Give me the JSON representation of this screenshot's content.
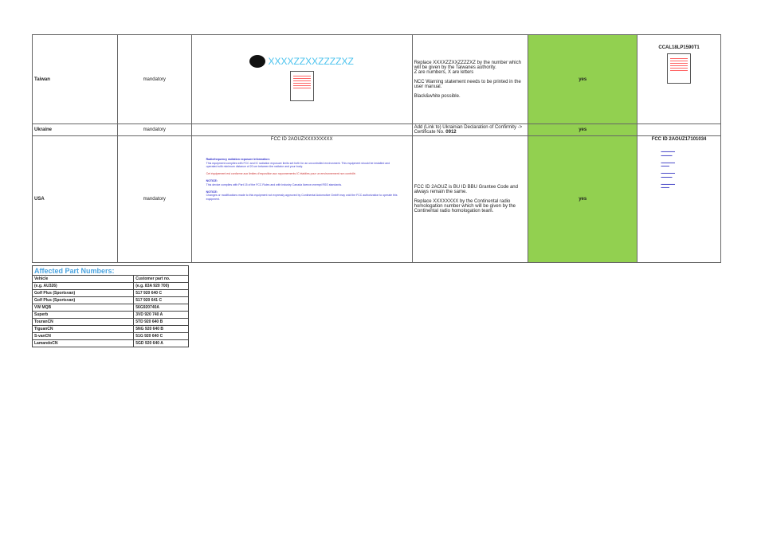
{
  "rows": [
    {
      "country": "Taiwan",
      "req": "mandatory",
      "logo_text": "XXXXZZXXZZZZXZ",
      "notes": [
        "Replace XXXXZZXXZZZZXZ by the number which will be given by the Taiwanes authority.",
        "Z are numbers, X are letters",
        "NCC Warning statement needs to be printed in the user manual.",
        "Black&white possible."
      ],
      "status": "yes",
      "cert": "CCAL18LP1590T1"
    },
    {
      "country": "Ukraine",
      "req": "mandatory",
      "notes_prefix": "Add (Link to) Ukrainian Declaration of Confirmity -> Certificate No.",
      "cert_no": "0912",
      "status": "yes"
    },
    {
      "country": "USA",
      "req": "mandatory",
      "label_title": "FCC ID 2AOUZXXXXXXXXX",
      "notes": [
        "FCC ID 2AOUZ is BU ID BBU Grantee Code and always remain the same.",
        "Replace XXXXXXXX by the Continental radio homologation number  which will be given by the Continental radio homologation team."
      ],
      "status": "yes",
      "cert": "FCC ID 2AOUZ17101034",
      "fcc_text": {
        "t1": "Radiofrequency radiation exposure Information:",
        "t2": "This equipment complies with FCC and IC radiation exposure limits set forth for an uncontrolled environment. This equipment should be installed and operated with minimum distance of 20 cm between the radiator and your body.",
        "t3": "Cet équipement est conforme aux limites d'exposition aux rayonnements IC établies pour un environnement non contrôlé.",
        "t4": "NOTICE:",
        "t5": "This device complies with Part 15 of the FCC Rules and with Industry Canada licence-exempt RSS standards.",
        "t6": "NOTICE:",
        "t7": "Changes or modifications made to this equipment not expressly approved by Continental Automotive GmbH may void the FCC authorization to operate this equipment."
      }
    }
  ],
  "parts": {
    "title": "Affected Part Numbers:",
    "headers": [
      "Vehicle",
      "Customer part no."
    ],
    "rows": [
      [
        "(e.g. AU326)",
        "(e.g. 83A 920 700)"
      ],
      [
        "Golf Plus (Sportsvan)",
        "517 920 640 C"
      ],
      [
        "Golf Plus (Sportsvan)",
        "517 920 641 C"
      ],
      [
        "VW  MQB",
        "56G920740A"
      ],
      [
        "Superb",
        "3VD 920 740 A"
      ],
      [
        "TouranCN",
        "5TD 920 640 B"
      ],
      [
        "TiguanCN",
        "5NG 920 640 B"
      ],
      [
        "S-vanCN",
        "51G 920 640 C"
      ],
      [
        "LamandoCN",
        "5GD 920 640 A"
      ]
    ]
  }
}
